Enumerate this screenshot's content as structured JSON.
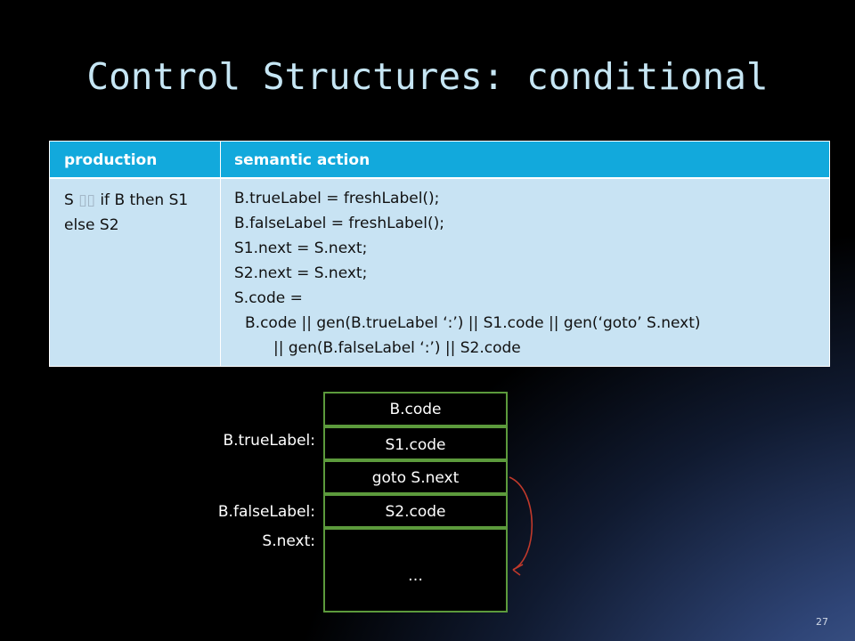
{
  "slide": {
    "title": "Control Structures: conditional",
    "page_number": "27"
  },
  "table": {
    "headers": {
      "production": "production",
      "semantic_action": "semantic action"
    },
    "row": {
      "production_lhs": "S",
      "production_arrow": "",
      "production_rhs": "if B then S1",
      "production_line2": "else S2",
      "action_lines": [
        "B.trueLabel = freshLabel();",
        "B.falseLabel = freshLabel();",
        "S1.next = S.next;",
        "S2.next = S.next;",
        "S.code =",
        "B.code || gen(B.trueLabel ‘:’) || S1.code  || gen(‘goto’ S.next)",
        "|| gen(B.falseLabel ‘:’) || S2.code"
      ]
    }
  },
  "diagram": {
    "labels": {
      "true_label": "B.trueLabel:",
      "false_label": "B.falseLabel:",
      "next_label": "S.next:"
    },
    "blocks": {
      "b_code": "B.code",
      "s1_code": "S1.code",
      "goto": "goto S.next",
      "s2_code": "S2.code",
      "ellipsis": "…"
    },
    "colors": {
      "block_border": "#5c9a3c",
      "arrow": "#c0392b"
    }
  }
}
